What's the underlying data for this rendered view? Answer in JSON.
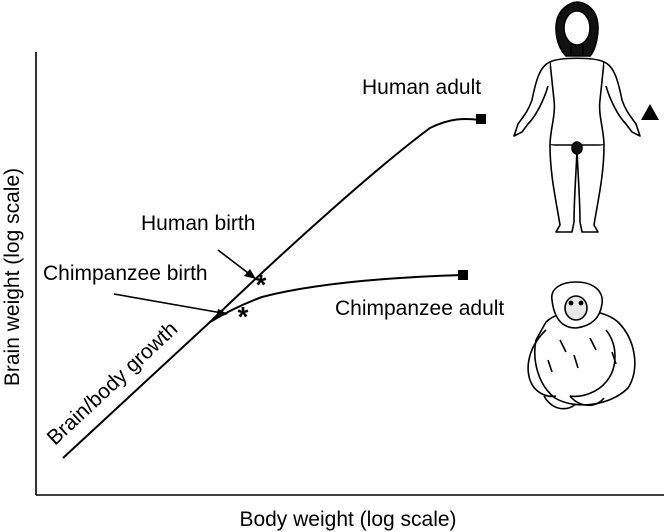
{
  "chart_data": {
    "type": "line",
    "title": "",
    "xlabel": "Body weight (log scale)",
    "ylabel": "Brain weight (log scale)",
    "x_scale": "log",
    "y_scale": "log",
    "grid": false,
    "legend": "none",
    "series": [
      {
        "name": "Brain/body growth",
        "values": []
      },
      {
        "name": "Human adult",
        "values": []
      },
      {
        "name": "Chimpanzee adult",
        "values": []
      }
    ],
    "annotations": [
      {
        "text": "Human birth",
        "marker": "asterisk"
      },
      {
        "text": "Chimpanzee birth",
        "marker": "asterisk"
      }
    ],
    "end_markers": [
      "square",
      "square"
    ],
    "extra_marker": "triangle",
    "illustrations": [
      "human-figure-icon",
      "chimpanzee-figure-icon"
    ]
  }
}
